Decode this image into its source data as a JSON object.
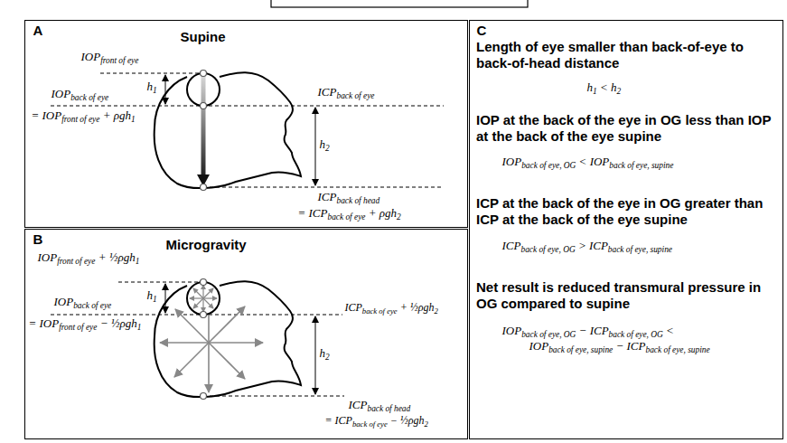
{
  "diagram": {
    "nodes": [
      {
        "text": [
          "A",
          "Supine",
          "IOPfront of eye",
          "h1",
          "IOPback of eye",
          "= IOPfront of eye + ρgh1",
          "ICPback of eye",
          "h2",
          "ICPback of head",
          "= ICPback of eye + ρgh2"
        ]
      },
      {
        "text": [
          "B",
          "Microgravity",
          "IOPfront of eye + ½ρgh1",
          "h1",
          "IOPback of eye",
          "= IOPfront of eye − ½ρgh1",
          "ICPback of eye + ½ρgh2",
          "h2",
          "ICPback of head",
          "= ICPback of eye − ½ρgh2"
        ]
      },
      {
        "text": [
          "C",
          "Length of eye smaller than back-of-eye to back-of-head distance",
          "h1 < h2",
          "IOP at the back of the eye in OG less than IOP at the back of the eye supine",
          "IOPback of eye, OG < IOPback of eye, supine",
          "ICP at the back of the eye in OG greater than ICP at the back of the eye supine",
          "ICPback of eye, OG > ICPback of eye, supine",
          "Net result is reduced transmural pressure in OG compared to supine",
          "IOPback of eye, OG − ICPback of eye, OG <",
          "IOPback of eye, supine − ICPback of eye, supine"
        ]
      }
    ]
  }
}
